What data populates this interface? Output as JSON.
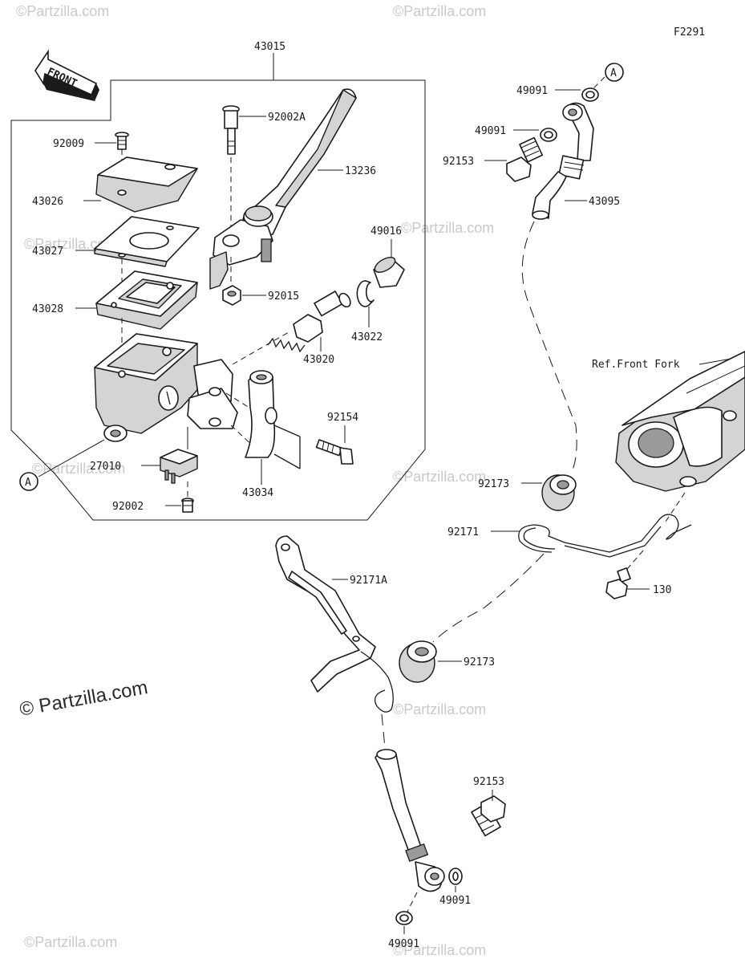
{
  "figure_code": "F2291",
  "front_label": "FRONT",
  "reference_note": "Ref.Front Fork",
  "watermark": "© Partzilla.com",
  "watermark_faint": "©Partzilla.com",
  "callout": "A",
  "parts": {
    "p43015": "43015",
    "p92002A": "92002A",
    "p13236": "13236",
    "p92009": "92009",
    "p43026": "43026",
    "p43027": "43027",
    "p43028": "43028",
    "p92015": "92015",
    "p49016": "49016",
    "p43022": "43022",
    "p43020": "43020",
    "p92154": "92154",
    "p27010": "27010",
    "p43034": "43034",
    "p92002": "92002",
    "p49091_a": "49091",
    "p49091_b": "49091",
    "p92153_a": "92153",
    "p43095": "43095",
    "p92173_a": "92173",
    "p92171": "92171",
    "p130": "130",
    "p92171A": "92171A",
    "p92173_b": "92173",
    "p92153_b": "92153",
    "p49091_c": "49091",
    "p49091_d": "49091"
  }
}
